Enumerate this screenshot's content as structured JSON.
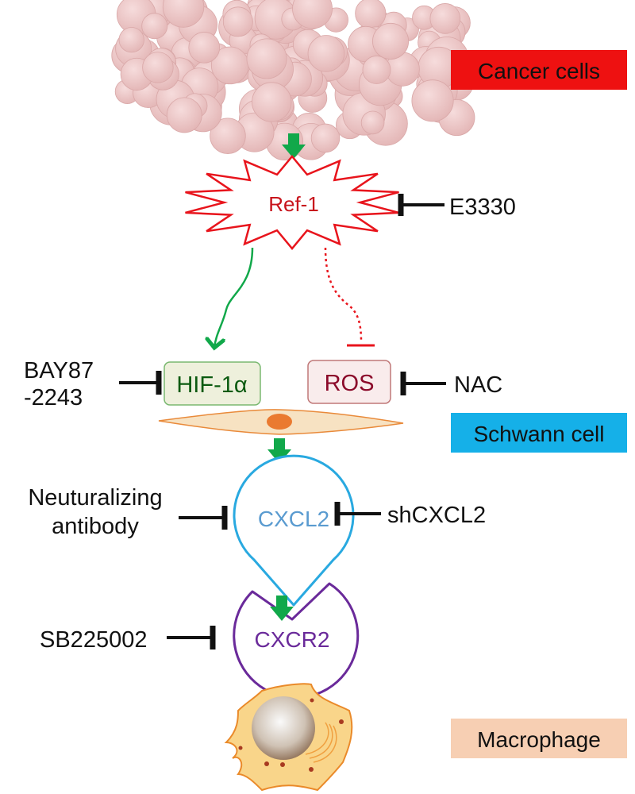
{
  "labels": {
    "cancer_cells": "Cancer cells",
    "schwann_cell": "Schwann cell",
    "macrophage": "Macrophage"
  },
  "nodes": {
    "ref1": "Ref-1",
    "hif": "HIF-1α",
    "ros": "ROS",
    "cxcl2": "CXCL2",
    "cxcr2": "CXCR2"
  },
  "inhibitors": {
    "e3330": "E3330",
    "bay_line1": "BAY87",
    "bay_line2": "-2243",
    "nac": "NAC",
    "neut_line1": "Neuturalizing",
    "neut_line2": "antibody",
    "shcxcl2": "shCXCL2",
    "sb": "SB225002"
  },
  "colors": {
    "cancer_label_bg": "#ee1111",
    "schwann_label_bg": "#15b0e8",
    "macrophage_label_bg": "#f7cfb3",
    "arrow_green": "#11a84a",
    "ref1_red": "#e8141c",
    "cxcl2_blue": "#29a9e0",
    "cxcr2_purple": "#6a2a9a"
  }
}
